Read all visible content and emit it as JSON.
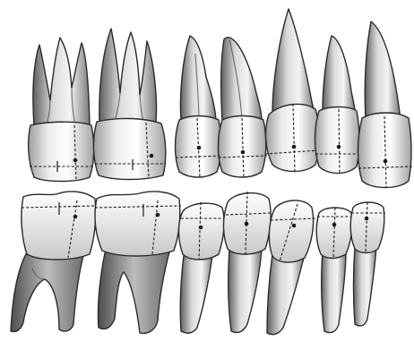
{
  "figure": {
    "colors": {
      "enamel_light": "#f2f2f2",
      "enamel_dark": "#a9a9a9",
      "root_light": "#e6e6e6",
      "root_dark": "#6f6f6f",
      "line": "#1a1a1a"
    },
    "rows": [
      {
        "name": "upper-teeth",
        "count": 7
      },
      {
        "name": "lower-teeth",
        "count": 7
      }
    ]
  }
}
